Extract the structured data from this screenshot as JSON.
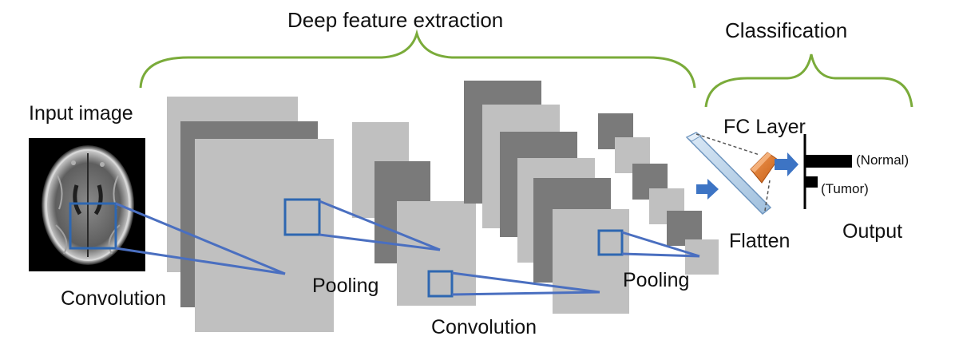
{
  "labels": {
    "deep_feature_extraction": "Deep feature extraction",
    "classification": "Classification",
    "input_image": "Input image",
    "convolution_1": "Convolution",
    "pooling_1": "Pooling",
    "convolution_2": "Convolution",
    "pooling_2": "Pooling",
    "fc_layer": "FC Layer",
    "flatten": "Flatten",
    "output": "Output",
    "normal": "(Normal)",
    "tumor": "(Tumor)"
  },
  "output_bars": [
    {
      "label": "(Normal)",
      "value": 1.0
    },
    {
      "label": "(Tumor)",
      "value": 0.27
    }
  ],
  "colors": {
    "bracket": "#7aab3a",
    "light_feature_map": "#c0c0c0",
    "dark_feature_map": "#7a7a7a",
    "receptive_field": "#2e67b1",
    "connector_line": "#4a6fc0",
    "arrow": "#3d74c4",
    "fc_layer": "#e37b2d",
    "flatten_layer": "#b9d3ea",
    "text": "#111111"
  },
  "icons": {
    "input_image": "brain-mri-scan-image",
    "arrows": "right-block-arrow-icon"
  }
}
